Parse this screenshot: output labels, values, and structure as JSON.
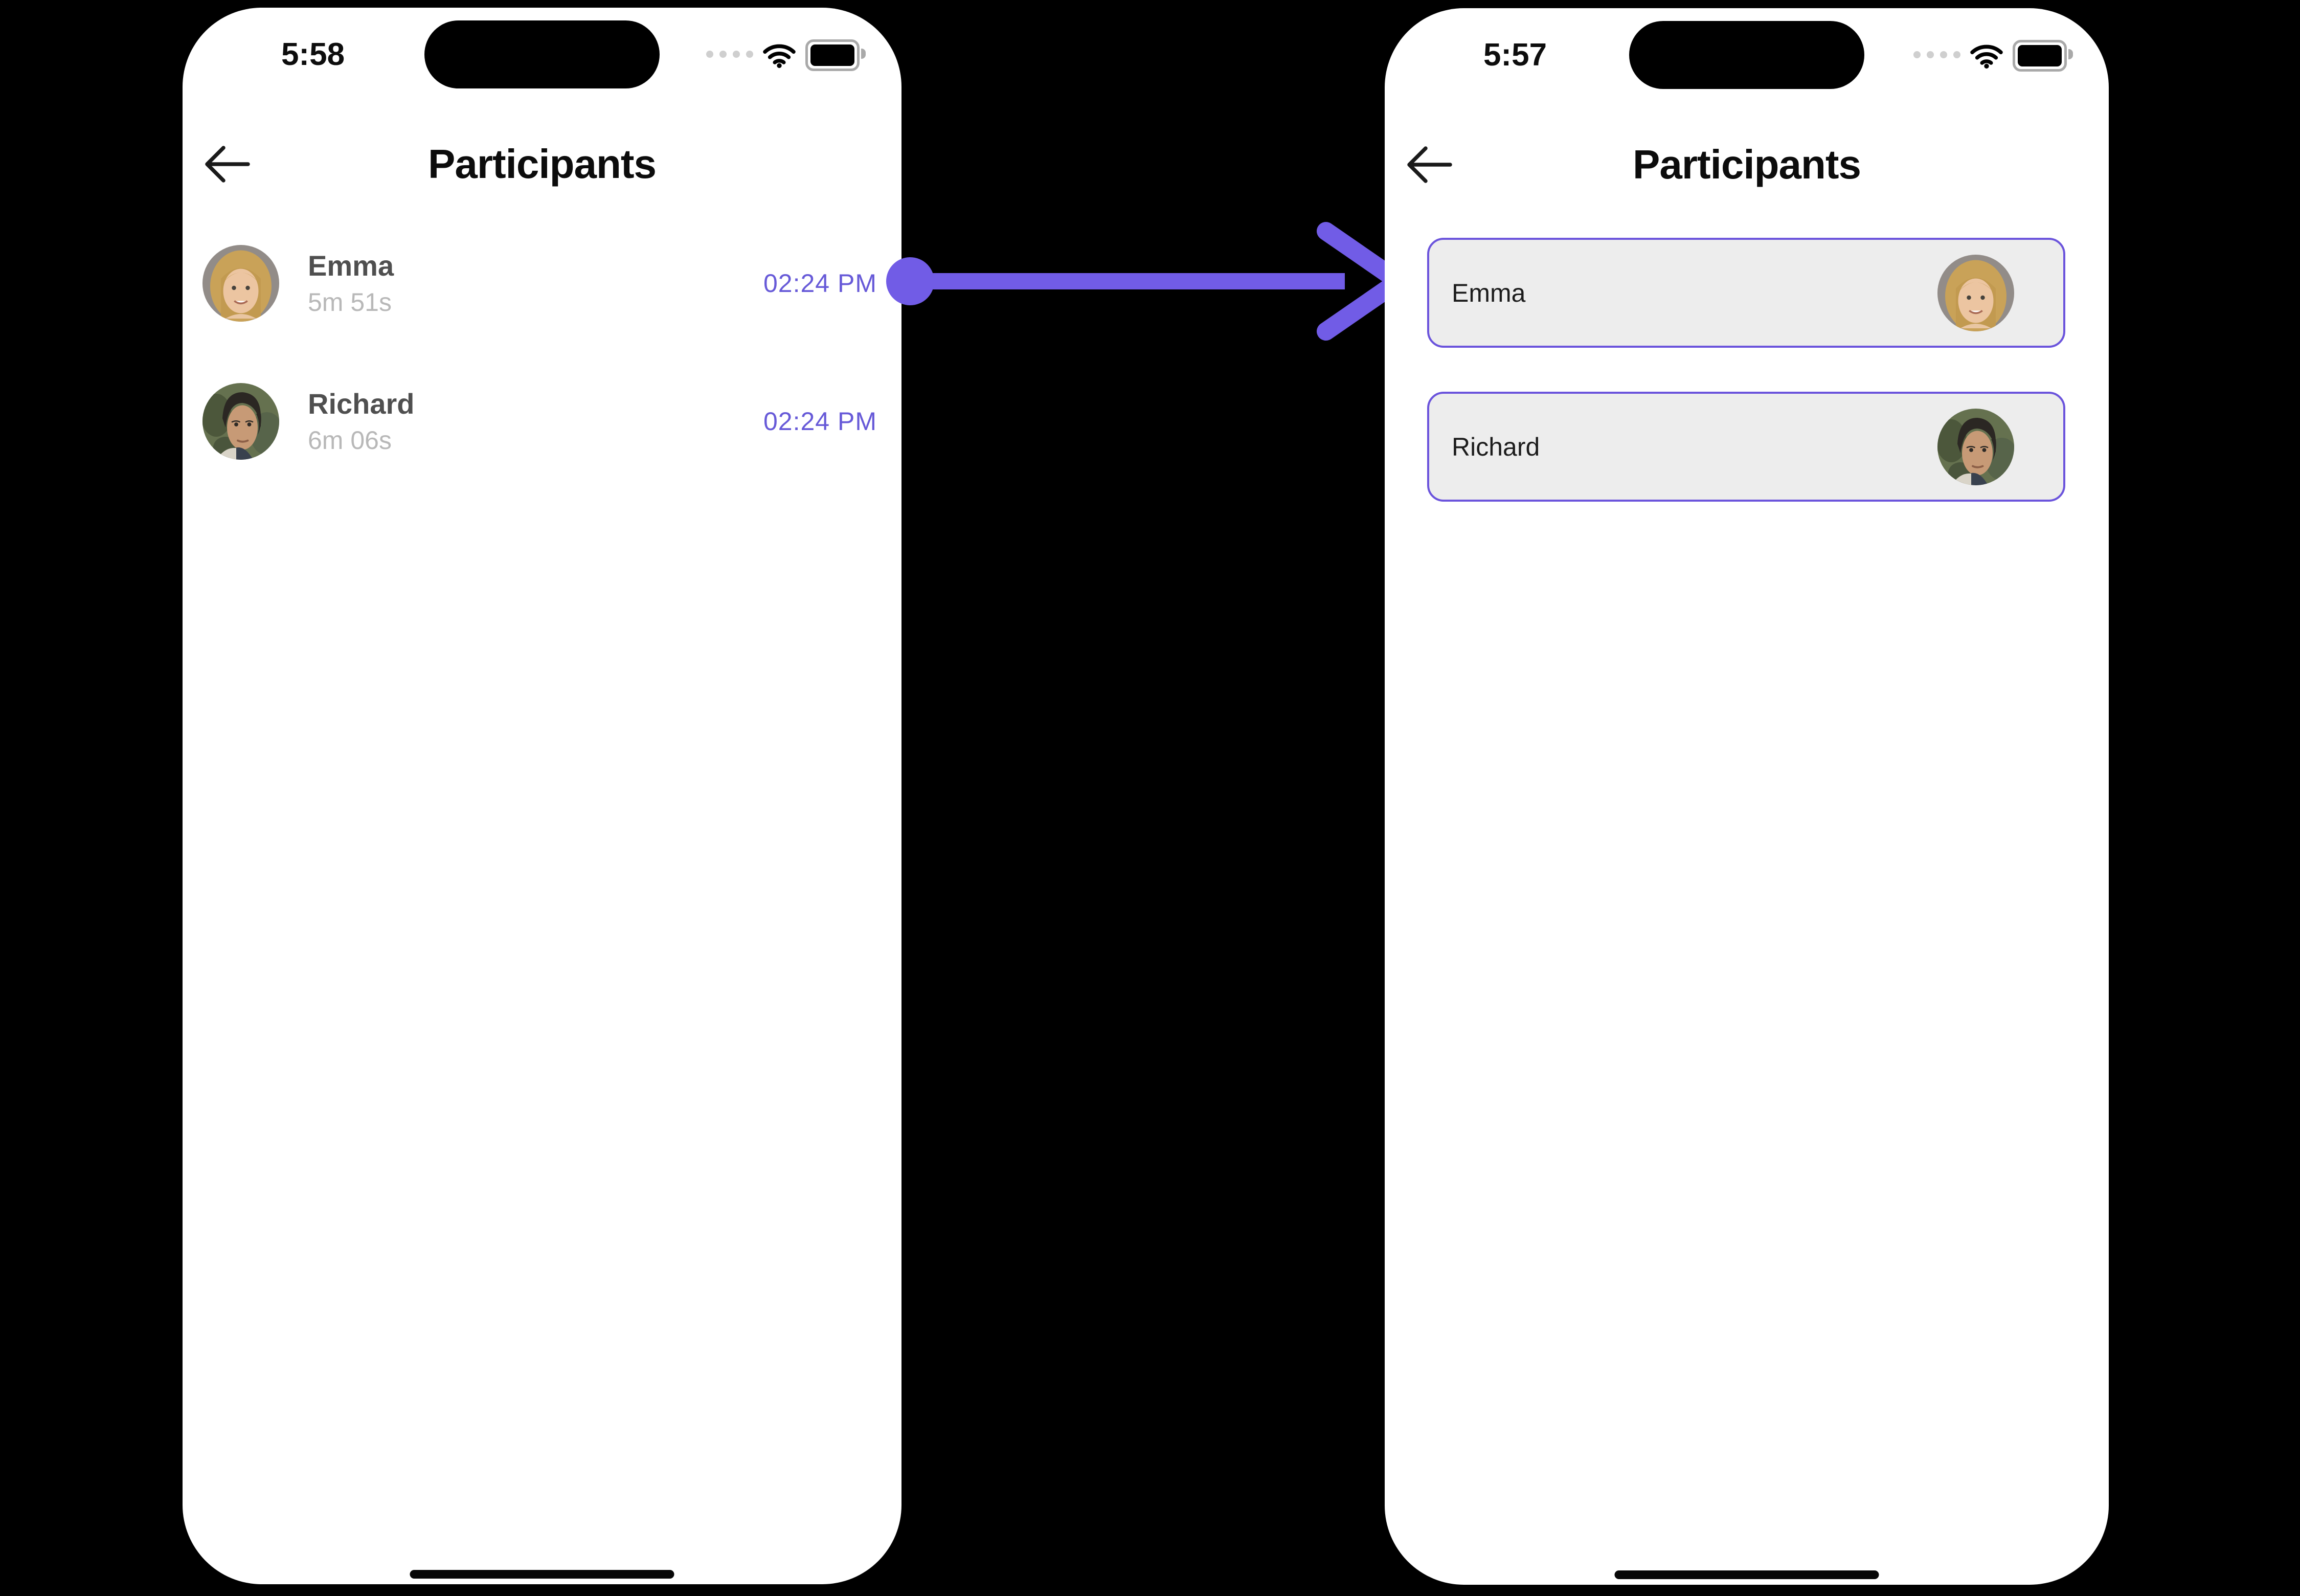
{
  "colors": {
    "page_bg": "#000000",
    "phone_bg": "#FFFFFF",
    "accent_purple": "#715CE6",
    "timestamp_purple": "#675AD8",
    "card_border_purple": "#6B54DC",
    "card_bg": "#EDEDED",
    "name_gray": "#4F4F4F",
    "duration_gray": "#B8B8B8"
  },
  "left_phone": {
    "status_bar": {
      "time": "5:58",
      "icons": [
        "cellular-dots-icon",
        "wifi-icon",
        "battery-icon"
      ]
    },
    "header": {
      "back_icon": "arrow-left-icon",
      "title": "Participants"
    },
    "participants": [
      {
        "name": "Emma",
        "duration": "5m 51s",
        "joined_at": "02:24 PM",
        "avatar_icon": "avatar-emma"
      },
      {
        "name": "Richard",
        "duration": "6m 06s",
        "joined_at": "02:24 PM",
        "avatar_icon": "avatar-richard"
      }
    ]
  },
  "transition": {
    "icon": "arrow-right-icon",
    "direction": "left-to-right"
  },
  "right_phone": {
    "status_bar": {
      "time": "5:57",
      "icons": [
        "cellular-dots-icon",
        "wifi-icon",
        "battery-icon"
      ]
    },
    "header": {
      "back_icon": "arrow-left-icon",
      "title": "Participants"
    },
    "participant_cards": [
      {
        "name": "Emma",
        "avatar_icon": "avatar-emma"
      },
      {
        "name": "Richard",
        "avatar_icon": "avatar-richard"
      }
    ]
  }
}
